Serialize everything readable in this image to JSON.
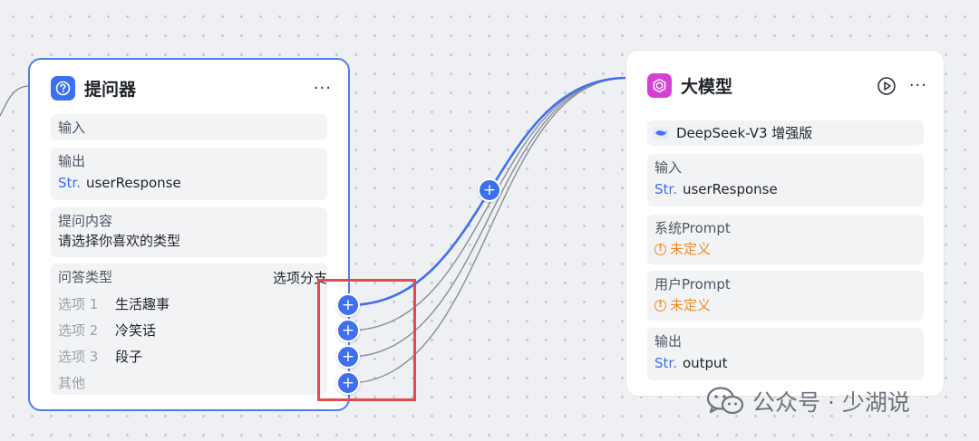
{
  "asker_node": {
    "title": "提问器",
    "more_label": "···",
    "input_label": "输入",
    "output_label": "输出",
    "output_type": "Str.",
    "output_var": "userResponse",
    "question_label": "提问内容",
    "question_text": "请选择你喜欢的类型",
    "answer_type_label": "问答类型",
    "answer_type_value": "选项分支",
    "options": [
      {
        "index": "选项 1",
        "text": "生活趣事"
      },
      {
        "index": "选项 2",
        "text": "冷笑话"
      },
      {
        "index": "选项 3",
        "text": "段子"
      }
    ],
    "other_label": "其他"
  },
  "llm_node": {
    "title": "大模型",
    "more_label": "···",
    "model_name": "DeepSeek-V3 增强版",
    "input_label": "输入",
    "input_type": "Str.",
    "input_var": "userResponse",
    "system_prompt_label": "系统Prompt",
    "system_prompt_status": "未定义",
    "user_prompt_label": "用户Prompt",
    "user_prompt_status": "未定义",
    "output_label": "输出",
    "output_type": "Str.",
    "output_var": "output"
  },
  "ports": {
    "plus": "+"
  },
  "watermark": {
    "text": "公众号 · 少湖说"
  },
  "colors": {
    "accent": "#3d6ff0",
    "node_border_selected": "#4d7ef0",
    "warning": "#f08a24",
    "highlight": "#e34b4b",
    "llm_icon_bg": "#d63fd6"
  },
  "icons": {
    "asker": "question-circle-icon",
    "llm": "model-hexagon-icon",
    "run": "play-circle-icon",
    "warning": "exclamation-circle-icon",
    "model": "deepseek-whale-icon",
    "watermark": "wechat-icon"
  }
}
